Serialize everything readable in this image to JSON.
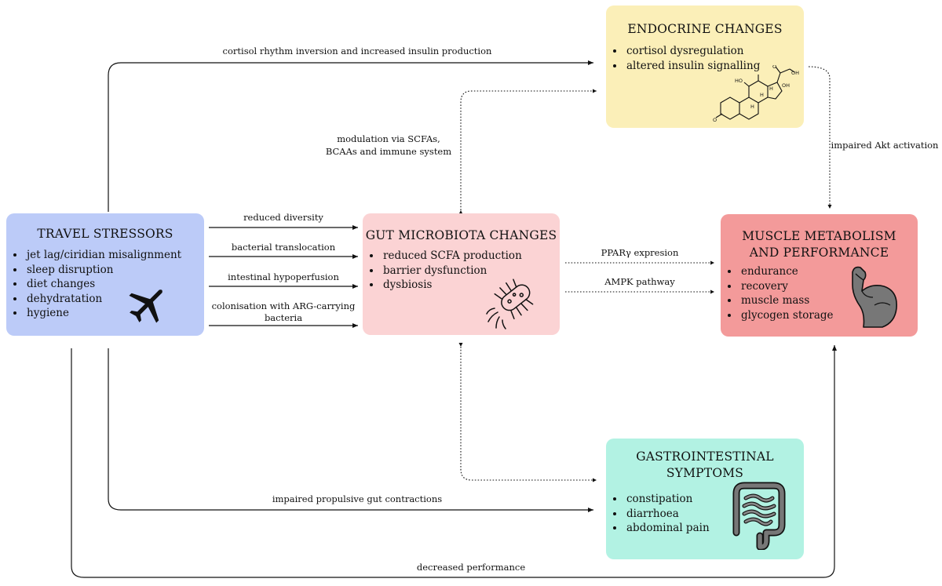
{
  "colors": {
    "travel": "#bccbf8",
    "gut": "#fbd3d4",
    "endocrine": "#fbefb8",
    "muscle": "#f39a9a",
    "gi": "#b2f2e3"
  },
  "travel": {
    "title": "TRAVEL STRESSORS",
    "items": [
      "jet lag/ciridian misalignment",
      "sleep disruption",
      "diet changes",
      "dehydratation",
      "hygiene"
    ],
    "icon": "airplane-icon"
  },
  "gut": {
    "title": "GUT MICROBIOTA CHANGES",
    "items": [
      "reduced SCFA production",
      "barrier dysfunction",
      "dysbiosis"
    ],
    "icon": "bacterium-icon"
  },
  "endocrine": {
    "title": "ENDOCRINE CHANGES",
    "items": [
      "cortisol dysregulation",
      "altered insulin signalling"
    ],
    "icon": "cortisol-molecule-icon",
    "molecule_labels": [
      "HO",
      "OH",
      "O",
      "OH",
      "O",
      "H",
      "H",
      "H"
    ]
  },
  "muscle": {
    "title_line1": "MUSCLE METABOLISM",
    "title_line2": "AND PERFORMANCE",
    "items": [
      "endurance",
      "recovery",
      "muscle mass",
      "glycogen storage"
    ],
    "icon": "flexed-arm-icon"
  },
  "gi": {
    "title_line1": "GASTROINTESTINAL",
    "title_line2": "SYMPTOMS",
    "items": [
      "constipation",
      "diarrhoea",
      "abdominal pain"
    ],
    "icon": "intestines-icon"
  },
  "edges": {
    "cortisol": "cortisol rhythm inversion and increased insulin production",
    "modulation_line1": "modulation via SCFAs,",
    "modulation_line2": "BCAAs and immune system",
    "akt": "impaired Akt activation",
    "diversity": "reduced diversity",
    "translocation": "bacterial translocation",
    "hypoperfusion": "intestinal hypoperfusion",
    "colonisation_line1": "colonisation with ARG-carrying",
    "colonisation_line2": "bacteria",
    "ppar": "PPARγ expresion",
    "ampk": "AMPK pathway",
    "propulsive": "impaired propulsive gut contractions",
    "performance": "decreased performance"
  }
}
